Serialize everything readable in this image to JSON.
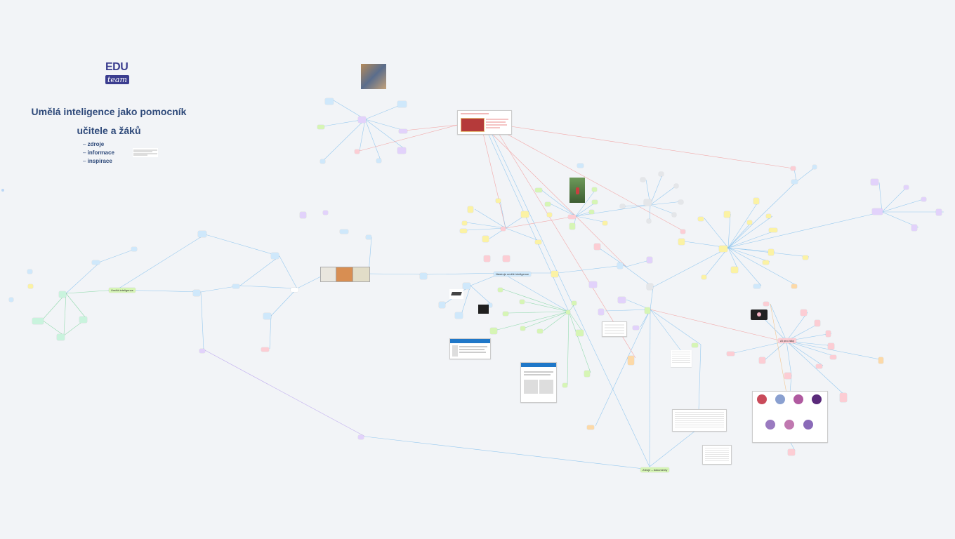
{
  "header": {
    "logo_top": "EDU",
    "logo_bottom": "team",
    "title": "Umělá inteligence jako pomocník učitele a žáků",
    "bullets": [
      "zdroje",
      "informace",
      "inspirace"
    ]
  },
  "colors": {
    "blue": "#cfe8fb",
    "green": "#c9f3dd",
    "lime": "#d6f5b5",
    "yellow": "#fbf2a4",
    "orange": "#fcd9a8",
    "pink": "#fccdd4",
    "purple": "#e2d2fb",
    "grey": "#e4e6e9",
    "edge_blue": "#8cc4ee",
    "edge_red": "#f2a0a0",
    "edge_purple": "#b9a4ee",
    "edge_green": "#8ad8a8"
  },
  "hubs": {
    "center": "Nástroje umělé inteligence",
    "left_hub": "Umělá inteligence",
    "right_hub": "AI pro žáky",
    "bottom": "Zdroje – dokumenty"
  }
}
